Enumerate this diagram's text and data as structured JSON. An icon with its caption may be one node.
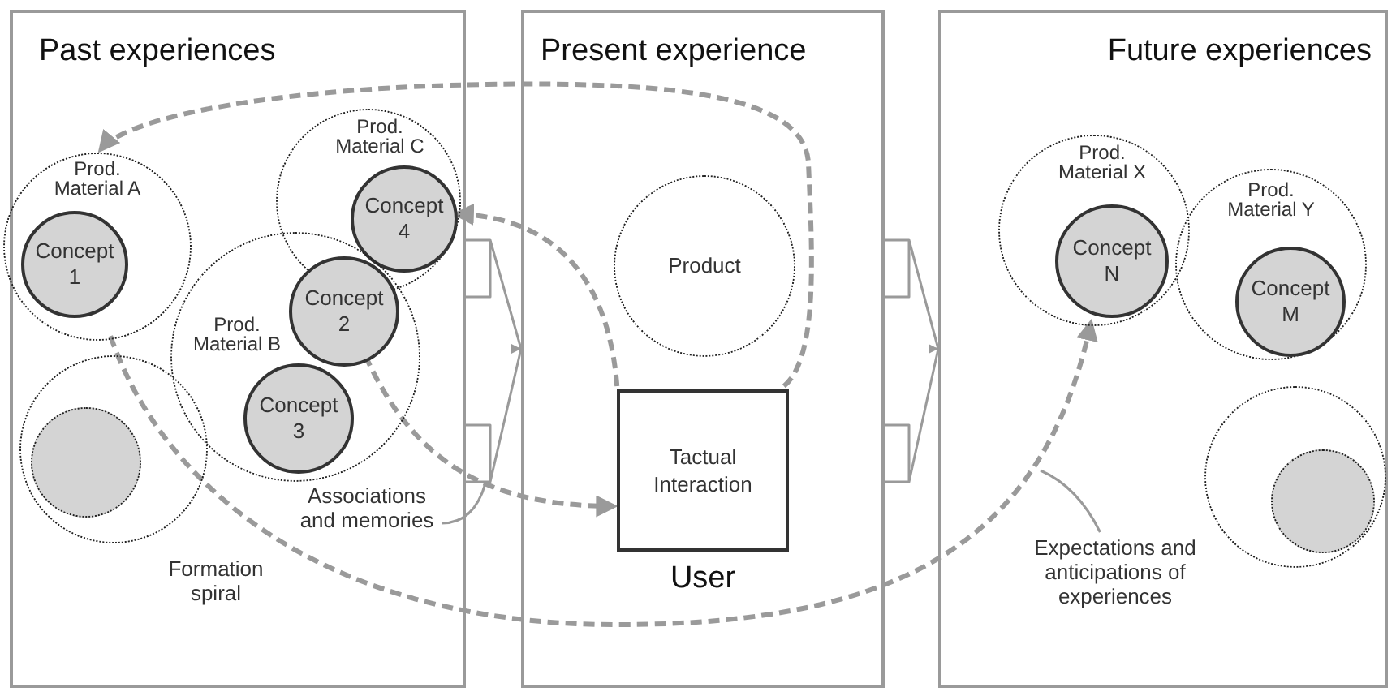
{
  "diagram": {
    "nodes": [
      {
        "text": [
          "Past experiences"
        ]
      },
      {
        "text": [
          "Prod. Material A"
        ],
        "in": 0
      },
      {
        "text": [
          "Concept 1"
        ],
        "in": 1
      },
      {
        "text": [
          "Prod. Material C"
        ],
        "in": 0
      },
      {
        "text": [
          "Concept 4"
        ],
        "in": 3
      },
      {
        "text": [
          "Prod. Material B"
        ],
        "in": 0
      },
      {
        "text": [
          "Concept 2"
        ],
        "in": 5
      },
      {
        "text": [
          "Concept 3"
        ],
        "in": 5
      },
      {
        "text": [],
        "shape": "circle",
        "in": 0
      },
      {
        "text": [],
        "shape": "circle",
        "in": 8
      },
      {
        "text": [
          "Associations and memories"
        ],
        "in": 0
      },
      {
        "text": [
          "Present experience"
        ]
      },
      {
        "text": [
          "Product"
        ],
        "in": 11
      },
      {
        "text": [
          "Tactual Interaction",
          "User"
        ],
        "in": 11
      },
      {
        "text": [
          "Future experiences"
        ]
      },
      {
        "text": [
          "Prod. Material X"
        ],
        "in": 14
      },
      {
        "text": [
          "Concept N"
        ],
        "in": 15
      },
      {
        "text": [
          "Prod. Material Y"
        ],
        "in": 14
      },
      {
        "text": [
          "Concept M"
        ],
        "in": 17
      },
      {
        "text": [],
        "shape": "circle",
        "in": 14
      },
      {
        "text": [],
        "shape": "circle",
        "in": 19
      },
      {
        "text": [
          "Expectations and anticipations of experiences"
        ],
        "in": 14
      }
    ],
    "edges": [
      {
        "from": 13,
        "to": 1,
        "arrow": "to",
        "style": "dashed"
      },
      {
        "from": 13,
        "to": 3,
        "arrow": "to",
        "style": "dashed"
      },
      {
        "from": 6,
        "to": 13,
        "arrow": "to",
        "style": "dashed"
      },
      {
        "from": 1,
        "to": 15,
        "arrow": "to",
        "style": "dashed"
      },
      {
        "from": 0,
        "to": 11,
        "arrow": "to"
      },
      {
        "from": 11,
        "to": 14,
        "arrow": "to"
      },
      {
        "from": 10,
        "to": null,
        "arrow": "none"
      },
      {
        "from": 21,
        "to": null,
        "arrow": "none"
      }
    ],
    "labels": [
      "Formation spiral"
    ]
  }
}
